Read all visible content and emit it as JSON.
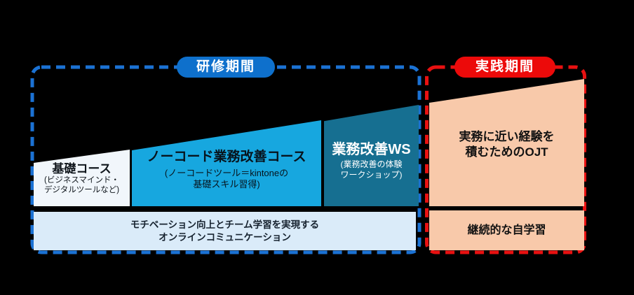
{
  "canvas": {
    "background_color": "#000000"
  },
  "periods": {
    "training": {
      "label": "研修期間",
      "badge_color": "#0E70CC",
      "outline_color": "#1B72D4"
    },
    "practice": {
      "label": "実践期間",
      "badge_color": "#EC0A0A",
      "outline_color": "#E81111"
    }
  },
  "courses": {
    "basic": {
      "title": "基礎コース",
      "subtitle_line1": "(ビジネスマインド・",
      "subtitle_line2": "デジタルツールなど)",
      "bg_color": "#F1F6FB"
    },
    "nocode": {
      "title": "ノーコード業務改善コース",
      "subtitle_line1": "(ノーコードツール＝kintoneの",
      "subtitle_line2": "基礎スキル習得)",
      "bg_color": "#17A7DF"
    },
    "workshop": {
      "title": "業務改善WS",
      "subtitle_line1": "(業務改善の体験",
      "subtitle_line2": "ワークショップ)",
      "bg_color": "#166F91"
    },
    "ojt": {
      "line1": "実務に近い経験を",
      "line2": "積むためのOJT",
      "bg_color": "#F8C9AA"
    },
    "communication": {
      "line1": "モチベーション向上とチーム学習を実現する",
      "line2": "オンラインコミュニケーション",
      "bg_color": "#DAEBF9"
    },
    "self_study": {
      "title": "継続的な自学習",
      "bg_color": "#F8C9AA"
    }
  }
}
